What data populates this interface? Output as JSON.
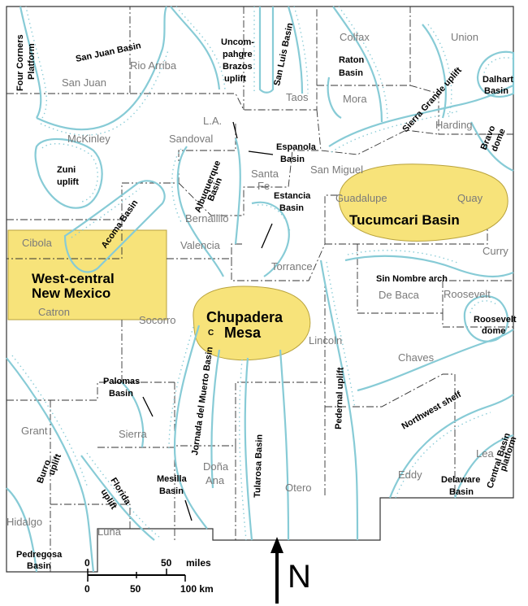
{
  "colors": {
    "highlight_fill": "#f7e37a",
    "highlight_stroke": "#b8a23c",
    "structure_line": "#87cbd6",
    "border": "#333333",
    "county_text": "#7a7a7a",
    "feature_text": "#000000"
  },
  "counties": {
    "san_juan": "San Juan",
    "rio_arriba": "Rio Arriba",
    "colfax": "Colfax",
    "union": "Union",
    "taos": "Taos",
    "mora": "Mora",
    "harding": "Harding",
    "mckinley": "McKinley",
    "sandoval": "Sandoval",
    "los_alamos": "L.A.",
    "santa_fe_1": "Santa",
    "santa_fe_2": "Fe",
    "san_miguel": "San Miguel",
    "guadalupe": "Guadalupe",
    "quay": "Quay",
    "bernalillo": "Bernalillo",
    "valencia": "Valencia",
    "torrance": "Torrance",
    "cibola": "Cibola",
    "catron": "Catron",
    "socorro": "Socorro",
    "curry": "Curry",
    "de_baca": "De Baca",
    "roosevelt": "Roosevelt",
    "lincoln": "Lincoln",
    "chaves": "Chaves",
    "sierra": "Sierra",
    "grant": "Grant",
    "dona_ana_1": "Doña",
    "dona_ana_2": "Ana",
    "otero": "Otero",
    "eddy": "Eddy",
    "lea": "Lea",
    "hidalgo": "Hidalgo",
    "luna": "Luna"
  },
  "features": {
    "four_corners_1": "Four Corners",
    "four_corners_2": "Platform",
    "san_juan_basin": "San Juan Basin",
    "uncompahgre_1": "Uncom-",
    "uncompahgre_2": "pahgre",
    "uncompahgre_3": "Brazos",
    "uncompahgre_4": "uplift",
    "san_luis_basin": "San Luis Basin",
    "raton_1": "Raton",
    "raton_2": "Basin",
    "dalhart_1": "Dalhart",
    "dalhart_2": "Basin",
    "sierra_grande": "Sierra Grande uplift",
    "bravo_1": "Bravo",
    "bravo_2": "dome",
    "espanola_1": "Espanola",
    "espanola_2": "Basin",
    "zuni_1": "Zuni",
    "zuni_2": "uplift",
    "albuquerque_1": "Albuquerque",
    "albuquerque_2": "Basin",
    "estancia_1": "Estancia",
    "estancia_2": "Basin",
    "acoma_basin": "Acoma Basin",
    "sin_nombre": "Sin Nombre arch",
    "roosevelt_dome_1": "Roosevelt",
    "roosevelt_dome_2": "dome",
    "jornada": "Jornada del Muerto Basin",
    "pedernal": "Pedernal uplift",
    "palomas_1": "Palomas",
    "palomas_2": "Basin",
    "northwest_shelf": "Northwest shelf",
    "central_basin_1": "Central Basin",
    "central_basin_2": "platform",
    "tularosa": "Tularosa Basin",
    "burro_1": "Burro",
    "burro_2": "uplift",
    "mesilla_1": "Mesilla",
    "mesilla_2": "Basin",
    "florida_1": "Florida",
    "florida_2": "uplift",
    "delaware_1": "Delaware",
    "delaware_2": "Basin",
    "pedregosa_1": "Pedregosa",
    "pedregosa_2": "Basin"
  },
  "highlights": {
    "tucumcari": "Tucumcari Basin",
    "chupadera_1": "Chupadera",
    "chupadera_2": "Mesa",
    "west_central_1": "West-central",
    "west_central_2": "New Mexico",
    "chupadera_mark": "C"
  },
  "scale_bar": {
    "miles_zero": "0",
    "miles_50": "50",
    "miles_unit": "miles",
    "km_zero": "0",
    "km_50": "50",
    "km_100": "100 km"
  },
  "north_arrow": {
    "label": "N"
  }
}
